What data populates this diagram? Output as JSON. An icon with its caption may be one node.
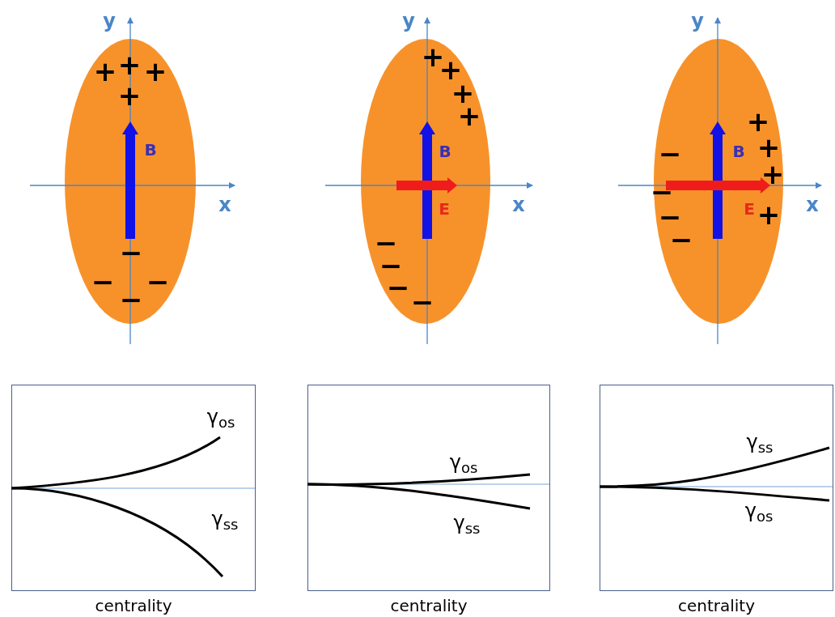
{
  "diagram": {
    "nodes": [
      {
        "text": [
          "+",
          "+",
          "+",
          "+",
          "B",
          "−",
          "−",
          "−",
          "−"
        ]
      },
      {
        "text": [
          "+",
          "+",
          "+",
          "+",
          "B",
          "E",
          "−",
          "−",
          "−",
          "−"
        ]
      },
      {
        "text": [
          "+",
          "−",
          "B",
          "+",
          "+",
          "−",
          "E",
          "+",
          "−",
          "−"
        ]
      },
      {
        "text": [
          "γ$_{os}$",
          "γ$_{ss}$"
        ],
        "beside": [
          "centrality"
        ]
      },
      {
        "text": [
          "γ$_{os}$",
          "γ$_{ss}$"
        ],
        "beside": [
          "centrality"
        ]
      },
      {
        "text": [
          "γ$_{ss}$",
          "γ$_{os}$"
        ],
        "beside": [
          "centrality"
        ]
      }
    ],
    "labels": [
      "y",
      "y",
      "y",
      "x",
      "x",
      "x"
    ]
  }
}
